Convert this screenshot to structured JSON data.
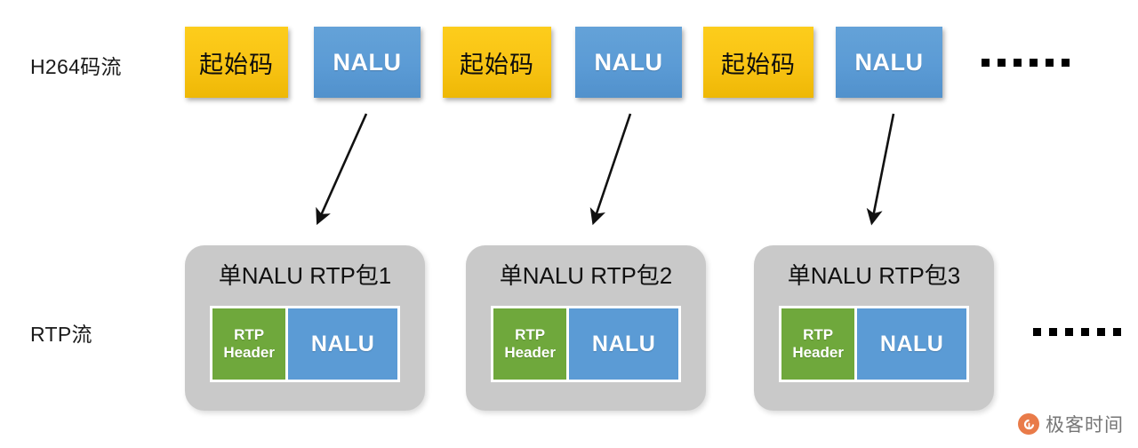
{
  "diagram": {
    "rows": [
      {
        "id": "h264",
        "label": "H264码流"
      },
      {
        "id": "rtp",
        "label": "RTP流"
      }
    ],
    "stream_blocks": [
      {
        "type": "start-code",
        "label": "起始码"
      },
      {
        "type": "nalu",
        "label": "NALU"
      },
      {
        "type": "start-code",
        "label": "起始码"
      },
      {
        "type": "nalu",
        "label": "NALU"
      },
      {
        "type": "start-code",
        "label": "起始码"
      },
      {
        "type": "nalu",
        "label": "NALU"
      }
    ],
    "stream_ellipsis": "……",
    "packets": [
      {
        "title": "单NALU RTP包1",
        "header_line1": "RTP",
        "header_line2": "Header",
        "payload": "NALU"
      },
      {
        "title": "单NALU RTP包2",
        "header_line1": "RTP",
        "header_line2": "Header",
        "payload": "NALU"
      },
      {
        "title": "单NALU RTP包3",
        "header_line1": "RTP",
        "header_line2": "Header",
        "payload": "NALU"
      }
    ],
    "rtp_ellipsis": "……",
    "arrows_count": 3,
    "colors": {
      "start_code": "#f8c313",
      "nalu": "#5b9bd5",
      "rtp_header": "#6fa83c",
      "packet_container": "#c9c9c9",
      "arrow": "#111111",
      "text_dark": "#111111",
      "text_light": "#ffffff",
      "watermark": "#e8703a"
    }
  },
  "watermark": {
    "text": "极客时间"
  }
}
